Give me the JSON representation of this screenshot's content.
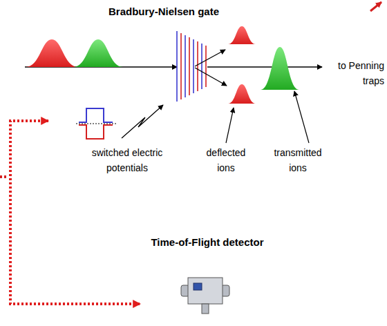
{
  "diagram": {
    "nodes": [
      {
        "text": [
          "Bradbury-Nielsen gate"
        ]
      },
      {
        "text": [
          "Time-of-Flight detector"
        ]
      }
    ],
    "edges": [
      {
        "from": 0,
        "to": 1,
        "arrow": "both"
      }
    ],
    "labels": [
      "to Penning traps",
      "switched electric potentials",
      "deflected ions",
      "transmitted ions"
    ]
  }
}
